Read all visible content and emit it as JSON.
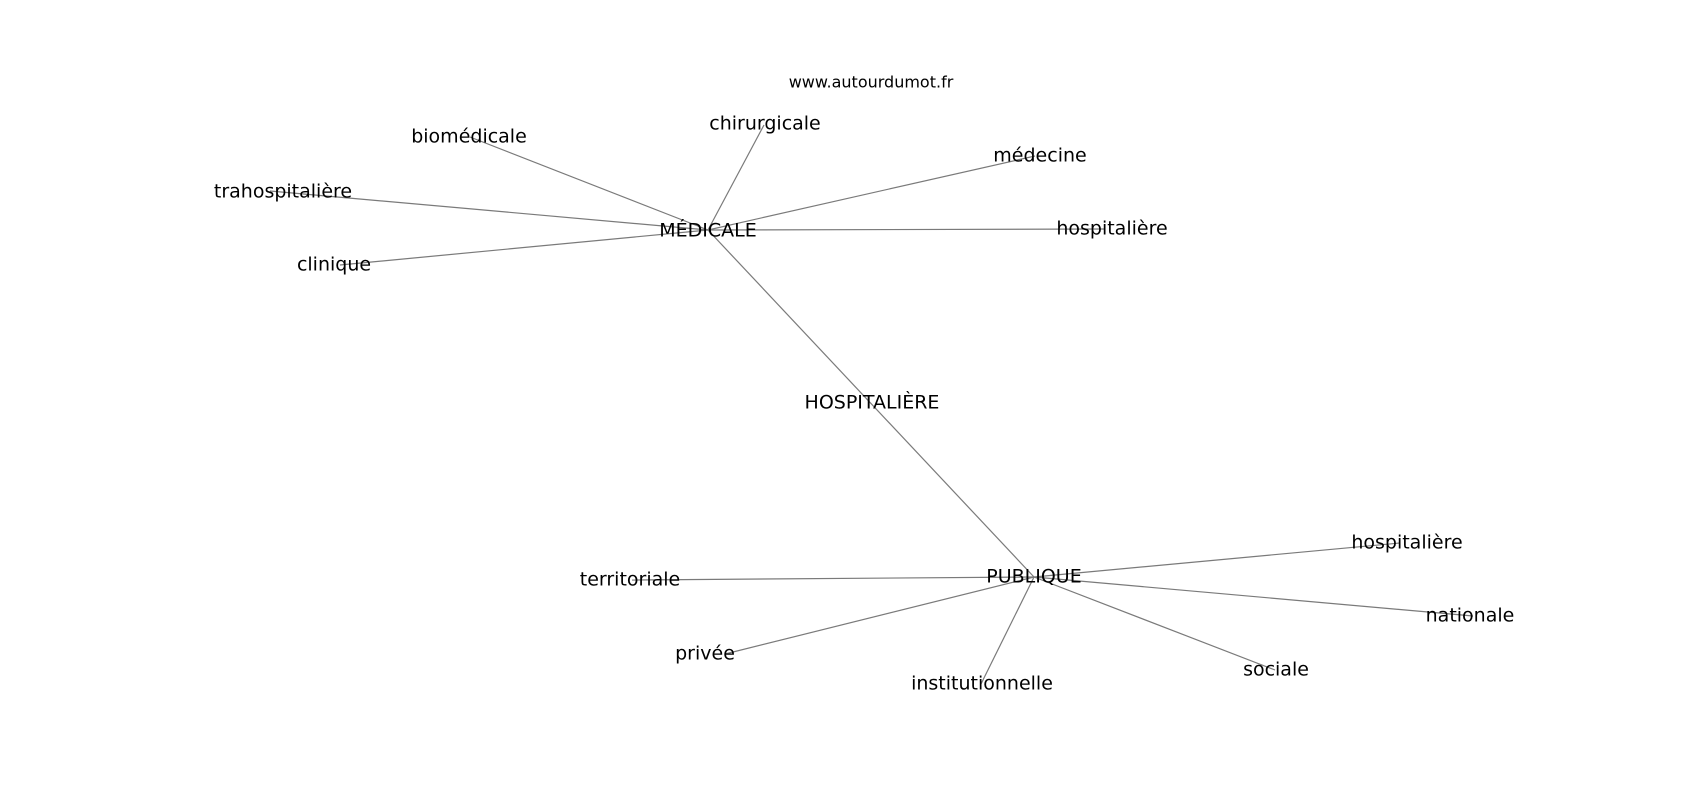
{
  "watermark": "www.autourdumot.fr",
  "center": "HOSPITALIÈRE",
  "hubs": {
    "medicale": "MÉDICALE",
    "publique": "PUBLIQUE"
  },
  "medicale_words": {
    "biomedicale": "biomédicale",
    "chirurgicale": "chirurgicale",
    "medecine": "médecine",
    "trahospitaliere": "trahospitalière",
    "hospitaliere": "hospitalière",
    "clinique": "clinique"
  },
  "publique_words": {
    "hospitaliere": "hospitalière",
    "territoriale": "territoriale",
    "nationale": "nationale",
    "privee": "privée",
    "sociale": "sociale",
    "institutionnelle": "institutionnelle"
  }
}
